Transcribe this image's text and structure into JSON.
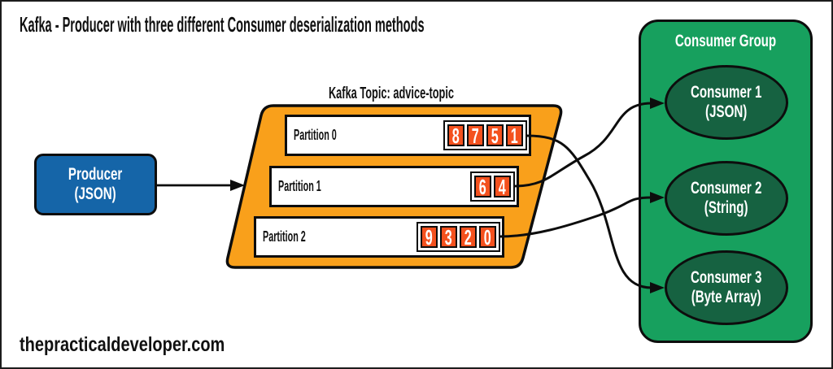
{
  "title": "Kafka - Producer with three different Consumer deserialization methods",
  "watermark": "thepracticaldeveloper.com",
  "producer": {
    "label": "Producer",
    "format": "(JSON)"
  },
  "topic": {
    "title": "Kafka Topic: advice-topic",
    "partitions": [
      {
        "label": "Partition 0",
        "messages": [
          "8",
          "7",
          "5",
          "1"
        ]
      },
      {
        "label": "Partition 1",
        "messages": [
          "6",
          "4"
        ]
      },
      {
        "label": "Partition 2",
        "messages": [
          "9",
          "3",
          "2",
          "0"
        ]
      }
    ]
  },
  "consumer_group": {
    "title": "Consumer Group",
    "consumers": [
      {
        "label": "Consumer 1",
        "format": "(JSON)"
      },
      {
        "label": "Consumer 2",
        "format": "(String)"
      },
      {
        "label": "Consumer 3",
        "format": "(Byte Array)"
      }
    ]
  },
  "connections": [
    {
      "from": "Producer",
      "to": "Kafka Topic: advice-topic"
    },
    {
      "from": "Partition 0",
      "to": "Consumer 3"
    },
    {
      "from": "Partition 1",
      "to": "Consumer 1"
    },
    {
      "from": "Partition 2",
      "to": "Consumer 2"
    }
  ],
  "colors": {
    "producer_fill": "#1565a8",
    "topic_fill": "#f9a01b",
    "message_fill": "#f4511e",
    "group_fill": "#17a05e",
    "consumer_fill": "#166241",
    "outline": "#0d0d0d"
  }
}
